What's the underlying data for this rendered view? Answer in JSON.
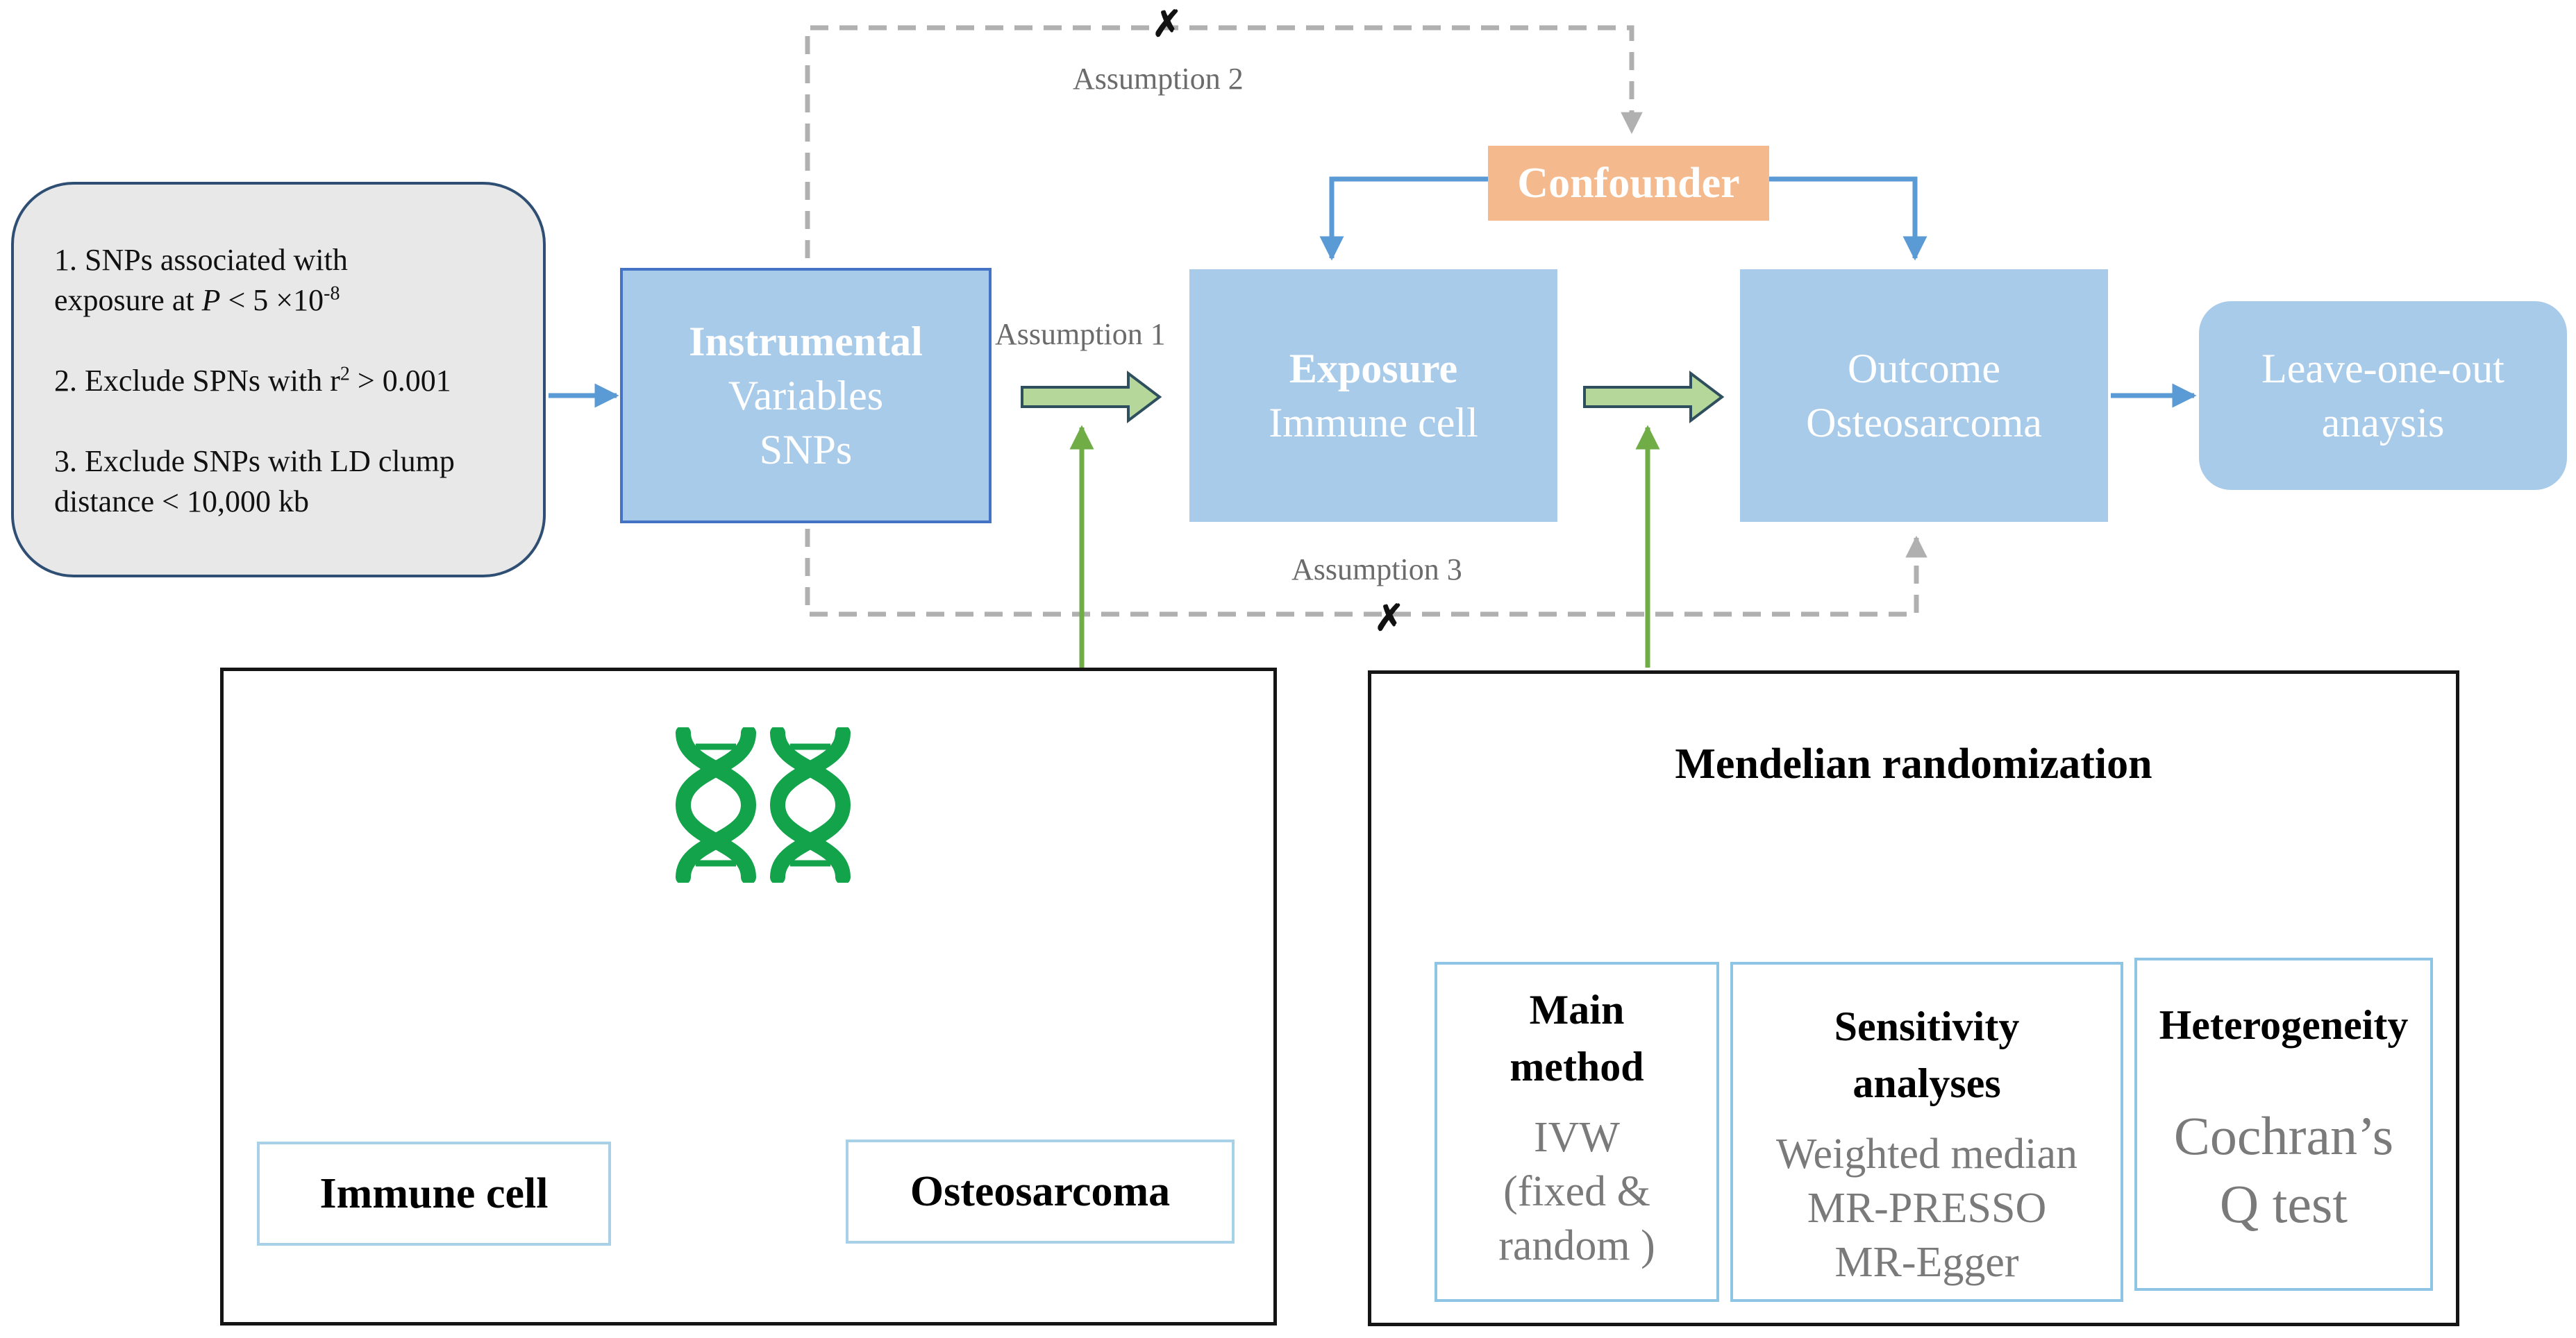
{
  "criteria": {
    "item1_line1": "1. SNPs associated with",
    "item1_line2_pre": "exposure at ",
    "item1_p": "P",
    "item1_threshold": " < 5 ×10",
    "item1_exp": "-8",
    "item2_pre": "2. Exclude SPNs with r",
    "item2_sup": "2",
    "item2_post": " > 0.001",
    "item3_line1": "3. Exclude SNPs with LD clump",
    "item3_line2": "distance < 10,000 kb"
  },
  "instrumental": {
    "title": "Instrumental",
    "line2": "Variables",
    "line3": "SNPs"
  },
  "confounder": {
    "label": "Confounder"
  },
  "exposure": {
    "title": "Exposure",
    "line2": "Immune cell"
  },
  "outcome": {
    "line1": "Outcome",
    "line2": "Osteosarcoma"
  },
  "loo": {
    "line1": "Leave-one-out",
    "line2": "anaysis"
  },
  "assumptions": {
    "a1": "Assumption 1",
    "a2": "Assumption 2",
    "a3": "Assumption 3",
    "violation_mark": "✗"
  },
  "left_panel": {
    "leaf1": "Immune cell",
    "leaf2": "Osteosarcoma",
    "icon": "dna-icon"
  },
  "right_panel": {
    "title": "Mendelian randomization",
    "main": {
      "title_line1": "Main",
      "title_line2": "method",
      "body1": "IVW",
      "body2": "(fixed &",
      "body3": "random )"
    },
    "sensitivity": {
      "title_line1": "Sensitivity",
      "title_line2": "analyses",
      "body1": "Weighted median",
      "body2": "MR-PRESSO",
      "body3": "MR-Egger"
    },
    "heterogeneity": {
      "title": "Heterogeneity",
      "body1": "Cochran’s",
      "body2": "Q test"
    }
  },
  "colors": {
    "box_blue": "#a9cbea",
    "arrow_blue": "#5b9bd5",
    "confounder_orange": "#f4b98c",
    "green": "#70ad47",
    "green_fill": "#b5d89a",
    "dashed_gray": "#b0b0b0",
    "dna_green": "#13a34a"
  }
}
